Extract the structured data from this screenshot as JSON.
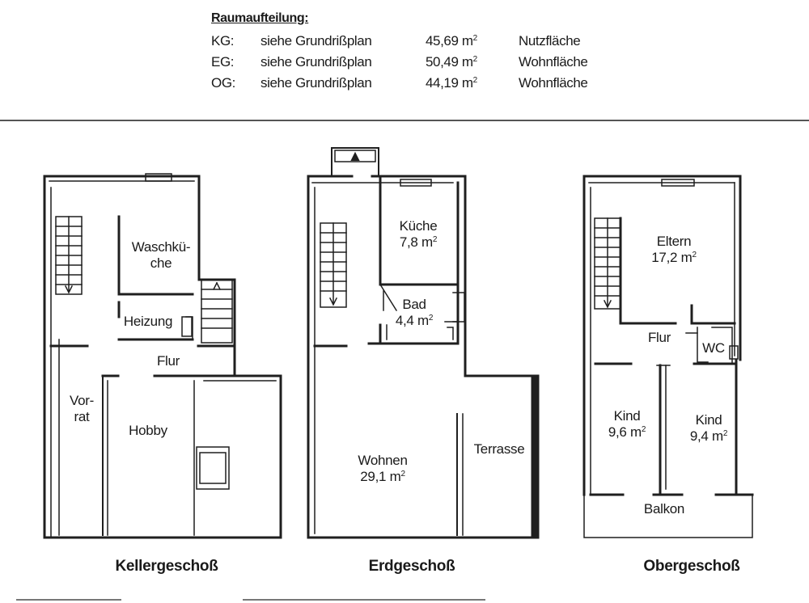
{
  "header": {
    "title": "Raumaufteilung:",
    "rows": [
      {
        "code": "KG:",
        "ref": "siehe Grundrißplan",
        "area_value": "45,69 m",
        "area_unit_sup": "2",
        "type": "Nutzfläche"
      },
      {
        "code": "EG:",
        "ref": "siehe Grundrißplan",
        "area_value": "50,49 m",
        "area_unit_sup": "2",
        "type": "Wohnfläche"
      },
      {
        "code": "OG:",
        "ref": "siehe Grundrißplan",
        "area_value": "44,19 m",
        "area_unit_sup": "2",
        "type": "Wohnfläche"
      }
    ]
  },
  "floors": {
    "keller": {
      "name": "Kellergeschoß",
      "rooms": {
        "waschkueche": {
          "line1": "Waschkü-",
          "line2": "che"
        },
        "heizung": {
          "line1": "Heizung"
        },
        "flur": {
          "line1": "Flur"
        },
        "vorrat": {
          "line1": "Vor-",
          "line2": "rat"
        },
        "hobby": {
          "line1": "Hobby"
        }
      }
    },
    "erd": {
      "name": "Erdgeschoß",
      "rooms": {
        "kueche": {
          "line1": "Küche",
          "area": "7,8 m",
          "sup": "2"
        },
        "bad": {
          "line1": "Bad",
          "area": "4,4 m",
          "sup": "2"
        },
        "wohnen": {
          "line1": "Wohnen",
          "area": "29,1 m",
          "sup": "2"
        },
        "terrasse": {
          "line1": "Terrasse"
        }
      }
    },
    "ober": {
      "name": "Obergeschoß",
      "rooms": {
        "eltern": {
          "line1": "Eltern",
          "area": "17,2 m",
          "sup": "2"
        },
        "flur": {
          "line1": "Flur"
        },
        "wc": {
          "line1": "WC"
        },
        "kind1": {
          "line1": "Kind",
          "area": "9,6 m",
          "sup": "2"
        },
        "kind2": {
          "line1": "Kind",
          "area": "9,4 m",
          "sup": "2"
        },
        "balkon": {
          "line1": "Balkon"
        }
      }
    }
  }
}
